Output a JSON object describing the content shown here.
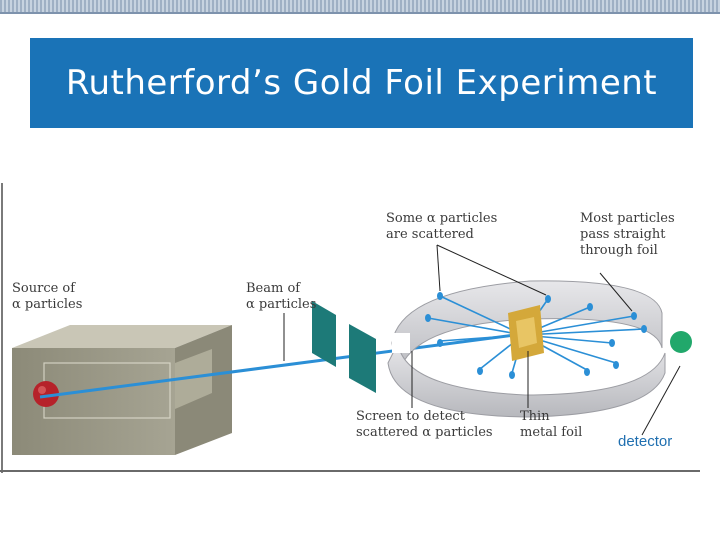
{
  "title": "Rutherford’s Gold Foil Experiment",
  "labels": {
    "source_line1": "Source of",
    "source_line2": "α particles",
    "beam_line1": "Beam of",
    "beam_line2": "α particles",
    "scattered_line1": "Some α particles",
    "scattered_line2": "are scattered",
    "most_line1": "Most particles",
    "most_line2": "pass straight",
    "most_line3": "through foil",
    "screen_line1": "Screen to detect",
    "screen_line2": "scattered α particles",
    "foil_line1": "Thin",
    "foil_line2": "metal foil",
    "detector": "detector"
  },
  "colors": {
    "title_bg": "#1a73b7",
    "beam": "#2b8fd6",
    "detector": "#21a86b",
    "foil": "#d4a83a",
    "dot": "#2b8fd6"
  }
}
